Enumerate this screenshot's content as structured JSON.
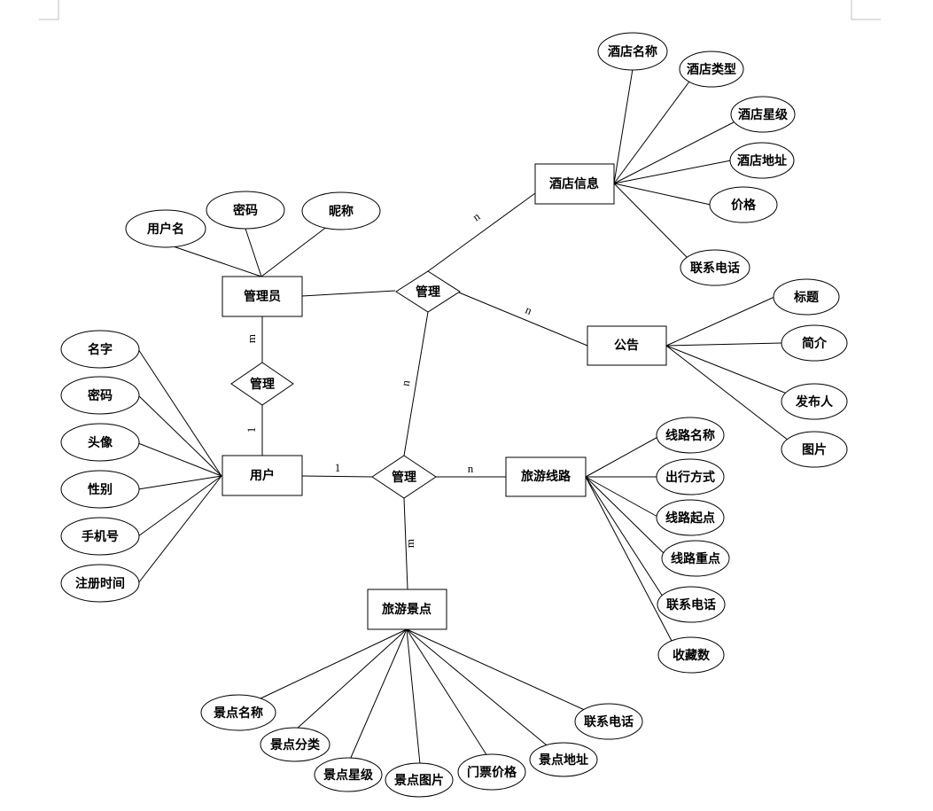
{
  "diagram": {
    "entities": {
      "admin": "管理员",
      "user": "用户",
      "hotel": "酒店信息",
      "notice": "公告",
      "route": "旅游线路",
      "spot": "旅游景点"
    },
    "relationships": {
      "manage_top": "管理",
      "manage_left": "管理",
      "manage_bottom": "管理"
    },
    "attributes": {
      "admin": [
        "用户名",
        "密码",
        "昵称"
      ],
      "user": [
        "名字",
        "密码",
        "头像",
        "性别",
        "手机号",
        "注册时间"
      ],
      "hotel": [
        "酒店名称",
        "酒店类型",
        "酒店星级",
        "酒店地址",
        "价格",
        "联系电话"
      ],
      "notice": [
        "标题",
        "简介",
        "发布人",
        "图片"
      ],
      "route": [
        "线路名称",
        "出行方式",
        "线路起点",
        "线路重点",
        "联系电话",
        "收藏数"
      ],
      "spot": [
        "景点名称",
        "景点分类",
        "景点星级",
        "景点图片",
        "门票价格",
        "景点地址",
        "联系电话"
      ]
    },
    "cardinalities": {
      "hotel_top": "n",
      "notice_top": "n",
      "top_bottom": "n",
      "admin_left": "m",
      "user_left": "1",
      "user_bottom": "1",
      "route_bottom": "n",
      "spot_bottom": "m"
    }
  }
}
